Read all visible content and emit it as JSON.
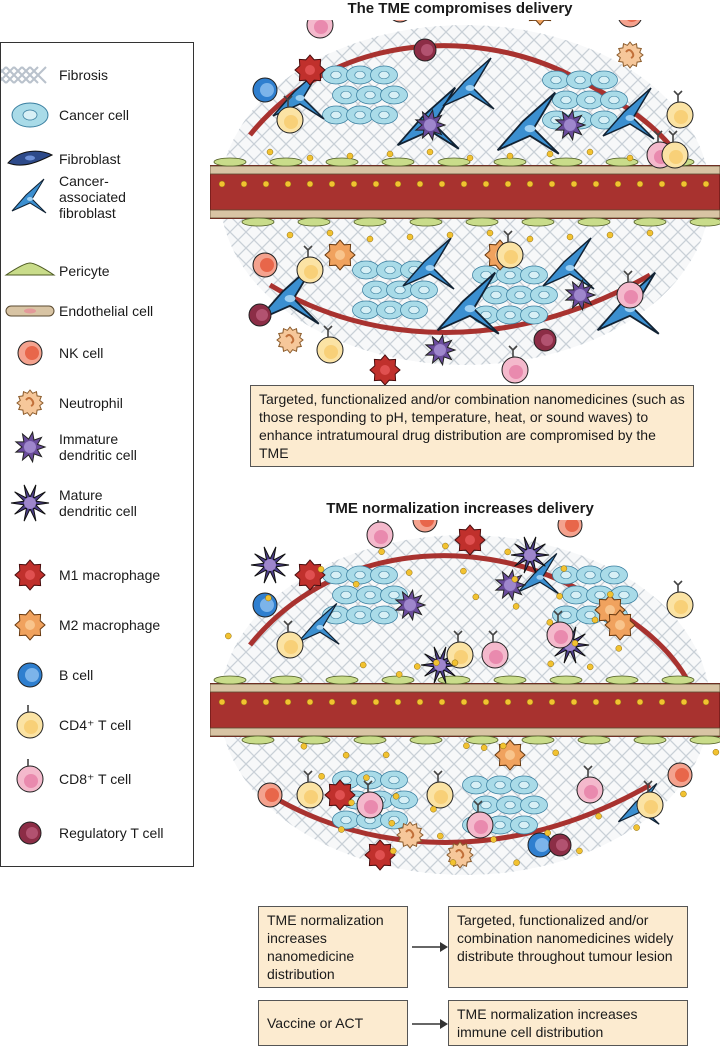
{
  "panels": {
    "top_title": "The TME compromises delivery",
    "top_caption": "Targeted, functionalized and/or combination nanomedicines (such as those responding to pH, temperature, heat, or sound waves) to enhance intratumoural drug distribution are compromised by the TME",
    "bottom_title": "TME normalization increases delivery",
    "flow1_left": "TME normalization increases nanomedicine distribution",
    "flow1_right": "Targeted, functionalized and/or combination nanomedicines widely distribute throughout tumour lesion",
    "flow2_left": "Vaccine or ACT",
    "flow2_right": "TME normalization increases immune cell distribution"
  },
  "legend": [
    {
      "label": "Fibrosis",
      "icon": "fibrosis-icon"
    },
    {
      "label": "Cancer cell",
      "icon": "cancer-cell-icon"
    },
    {
      "label": "Fibroblast",
      "icon": "fibroblast-icon"
    },
    {
      "label": "Cancer-\nassociated\nfibroblast",
      "icon": "caf-icon"
    },
    {
      "label": "Pericyte",
      "icon": "pericyte-icon"
    },
    {
      "label": "Endothelial cell",
      "icon": "endothelial-icon"
    },
    {
      "label": "NK cell",
      "icon": "nk-cell-icon"
    },
    {
      "label": "Neutrophil",
      "icon": "neutrophil-icon"
    },
    {
      "label": "Immature\ndendritic cell",
      "icon": "immature-dc-icon"
    },
    {
      "label": "Mature\ndendritic cell",
      "icon": "mature-dc-icon"
    },
    {
      "label": "M1 macrophage",
      "icon": "m1-macrophage-icon"
    },
    {
      "label": "M2 macrophage",
      "icon": "m2-macrophage-icon"
    },
    {
      "label": "B cell",
      "icon": "b-cell-icon"
    },
    {
      "label": "CD4⁺ T cell",
      "icon": "cd4-t-cell-icon"
    },
    {
      "label": "CD8⁺ T cell",
      "icon": "cd8-t-cell-icon"
    },
    {
      "label": "Regulatory T cell",
      "icon": "treg-icon"
    }
  ],
  "colors": {
    "vessel": "#a8322f",
    "vessel_dark": "#7d1f1d",
    "drug_dot": "#f2c230",
    "cancer_cell": "#a9dbe8",
    "caf": "#3b8fd0",
    "fibroblast": "#2d4a8a",
    "pericyte": "#c9dc8a",
    "nk": "#e8664a",
    "neutrophil": "#f6c79a",
    "dc": "#6a4c9c",
    "m1": "#c0302c",
    "m2": "#f0a25e",
    "b_cell": "#2f7fcf",
    "cd4": "#fbe3a4",
    "cd8": "#f4b9cc",
    "treg": "#8c2d46",
    "caption_fill": "#fcebd0"
  }
}
